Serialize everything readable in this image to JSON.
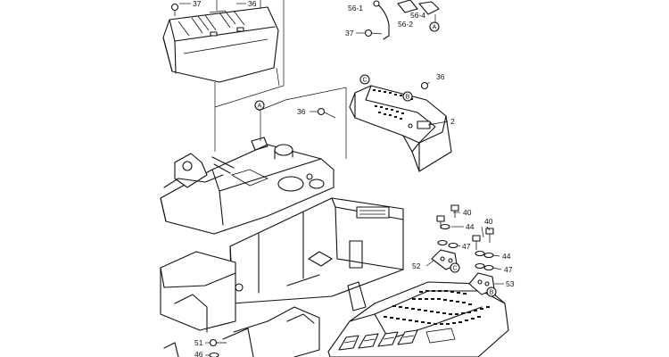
{
  "callouts": {
    "c37a": "37",
    "c36_top": "36",
    "c56_1": "56-1",
    "c56_4": "56-4",
    "c56_2": "56-2",
    "cA_top": "A",
    "c37b": "37",
    "c36_right": "36",
    "cC_cover": "C",
    "cB_cover": "B",
    "cA_left": "A",
    "c36_mid": "36",
    "c2": "2",
    "c40a": "40",
    "c44a": "44",
    "c40b": "40",
    "c47a": "47",
    "c44b": "44",
    "c52": "52",
    "cC_brk": "C",
    "c47b": "47",
    "cB_brk": "B",
    "c53": "53",
    "c51": "51",
    "c46": "46"
  }
}
